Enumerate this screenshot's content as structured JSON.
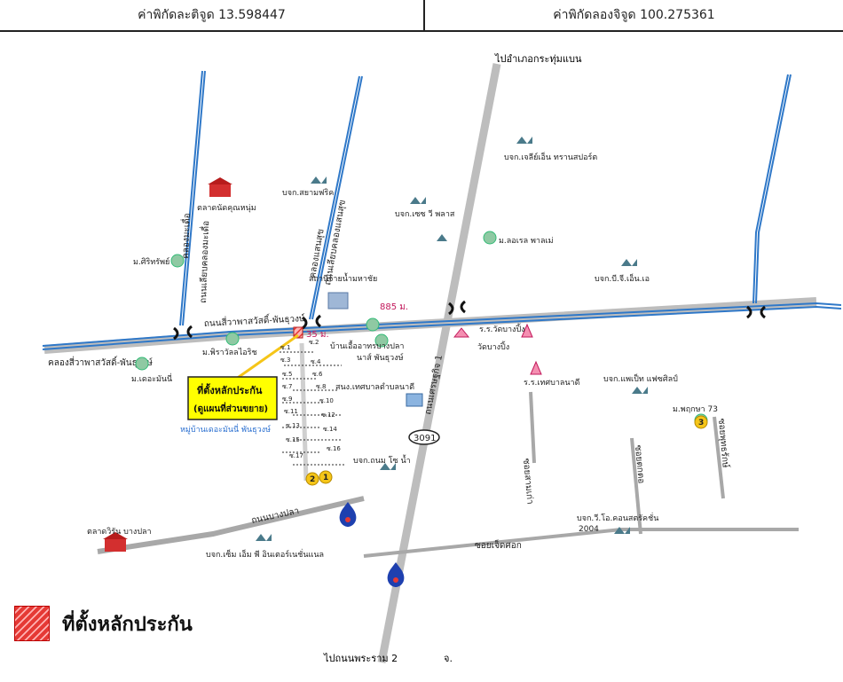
{
  "header": {
    "latitude": "ค่าพิกัดละติจูด 13.598447",
    "longitude": "ค่าพิกัดลองจิจูด 100.275361"
  },
  "map": {
    "top_direction": "ไปอำเภอกระทุ่มแบน",
    "bottom_direction": "ไปถนนพระราม 2",
    "roads": {
      "main_road": "ถนนสี่วาพาสวัสดิ์-พันธุวงษ์",
      "canal_main": "คลองสี่วาพาสวัสดิ์-พันธุวงษ์",
      "canal_left": "คลองมะเดื่อ",
      "road_left": "ถนนเลียบคลองมะเดื่อ",
      "canal_mid": "คลองแสนสุข",
      "road_mid": "ถนนเลียบคลองแสนสุข",
      "highway": "ถนนเศรษฐกิจ 1",
      "highway_number": "3091",
      "distance_label": "885 ม.",
      "distance_small": "35 ม.",
      "soi_1": "ซอยสามเก่า",
      "soi_2": "ซอยตกตอ",
      "soi_3": "ซอยพุทธรักษ์",
      "soi_4": "ซอยเจ็ดศอก",
      "soi_5": "ถนนบางปลา"
    },
    "places": {
      "factory_1": "บจก.เจลีย์เอ็น ทรานสปอร์ต",
      "factory_2": "บจก.สยามฟริค",
      "factory_3": "บจก.เซซ วี พลาส",
      "factory_4": "บจก.บี.จี.เอ็น.เอ",
      "factory_5": "บจก.แพเป็ท แฟซศิลป์",
      "factory_6": "บจก.ถนม โซ น้ำ",
      "factory_7": "บจก.วี.โอ.คอนสตรัคชั่น",
      "factory_7_code": "2004",
      "factory_8": "บจก.เซ็ม เอ็ม พี อินเตอร์เนชั่นแนล",
      "market_1": "ตลาดนัดคุณหนุ่ม",
      "market_2": "ตลาดวิรัน บางปลา",
      "village_1": "ม.ศิริทรัพย์",
      "village_2": "ม.ลอเรล พาลเม่",
      "village_3": "ม.พิราวัลลไอริช",
      "village_4": "ม.เดอะมันนี่",
      "village_5": "บ้านเอื้ออาทรบางปลา",
      "village_6": "นาส์ พันธุวงษ์",
      "village_7": "ม.พฤกษา 73",
      "village_8": "หมู่บ้านเดอะมันนี่ พันธุวงษ์",
      "water_station": "สถานีจ่ายน้ำมหาชัย",
      "temple_1": "ร.ร.วัดบางปิ้ง",
      "temple_2": "วัดบางปิ้ง",
      "school": "ร.ร.เทศบาลนาดี",
      "office": "สนง.เทศบาลตำบลนาดี"
    },
    "collateral_label_line1": "ที่ตั้งหลักประกัน",
    "collateral_label_line2": "(ดูแผนที่ส่วนขยาย)",
    "markers": [
      "1",
      "2",
      "3"
    ],
    "soi_labels": [
      "ซ.1",
      "ซ.2",
      "ซ.3",
      "ซ.4",
      "ซ.5",
      "ซ.6",
      "ซ.7",
      "ซ.8",
      "ซ.9",
      "ซ.10",
      "ซ.11",
      "ซ.12",
      "ซ.13",
      "ซ.14",
      "ซ.15",
      "ซ.16",
      "ซ.17"
    ],
    "corner_mark": "จ."
  },
  "legend": {
    "label": "ที่ตั้งหลักประกัน"
  },
  "colors": {
    "canal": "#2f78c8",
    "road": "#9a9a9a",
    "road_dark": "#444444",
    "collateral": "#e53935",
    "label_bg": "#ffff00",
    "village_text": "#2a6fd0",
    "marker": "#f5c518"
  }
}
